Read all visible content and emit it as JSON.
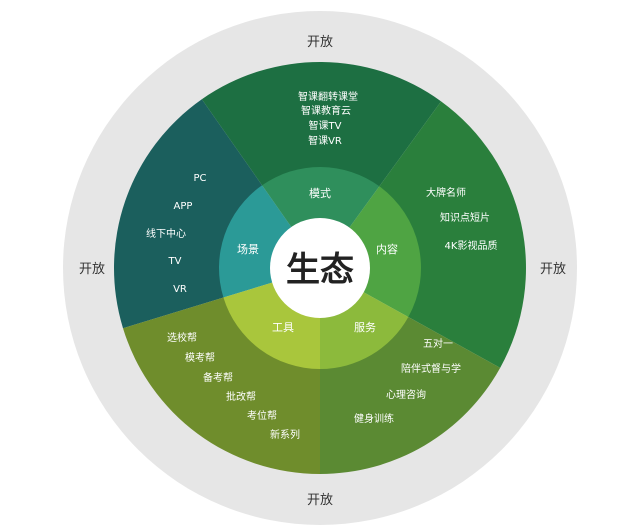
{
  "center": "生态",
  "open_labels": [
    "开放",
    "开放",
    "开放",
    "开放"
  ],
  "segments": [
    {
      "name": "场景",
      "outer_color": "#1b5f5d",
      "inner_color": "#2b9a97",
      "items": [
        "PC",
        "APP",
        "线下中心",
        "TV",
        "VR"
      ]
    },
    {
      "name": "模式",
      "outer_color": "#1d6f42",
      "inner_color": "#2f8f5c",
      "items": [
        "智课翻转课堂",
        "智课教育云",
        "智课TV",
        "智课VR"
      ]
    },
    {
      "name": "内容",
      "outer_color": "#2a7f3c",
      "inner_color": "#4fa443",
      "items": [
        "大牌名师",
        "知识点短片",
        "4K影视品质"
      ]
    },
    {
      "name": "服务",
      "outer_color": "#5b8a33",
      "inner_color": "#8cba3c",
      "items": [
        "五对一",
        "陪伴式督与学",
        "心理咨询",
        "健身训练"
      ]
    },
    {
      "name": "工具",
      "outer_color": "#6f8d2c",
      "inner_color": "#a9c63c",
      "items": [
        "选校帮",
        "模考帮",
        "备考帮",
        "批改帮",
        "考位帮",
        "新系列"
      ]
    }
  ],
  "colors": {
    "ring": "#e6e6e6",
    "core": "#ffffff"
  }
}
